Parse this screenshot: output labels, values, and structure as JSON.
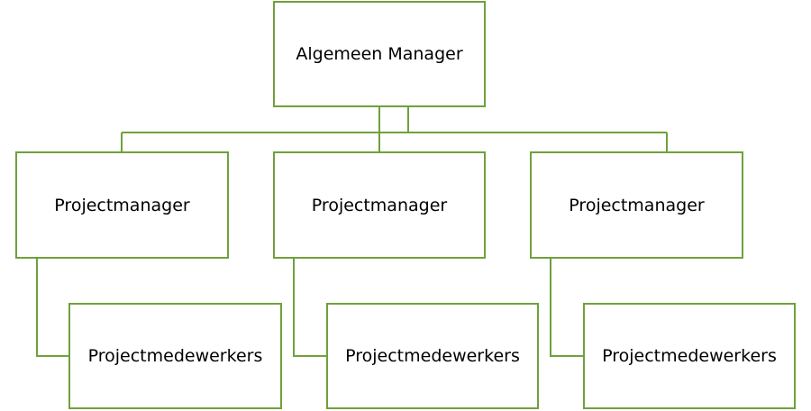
{
  "colors": {
    "border": "#70a03c",
    "connector": "#70a03c",
    "background": "#ffffff",
    "text": "#000000"
  },
  "org_chart": {
    "top": {
      "label": "Algemeen Manager"
    },
    "branches": [
      {
        "manager": {
          "label": "Projectmanager"
        },
        "staff": {
          "label": "Projectmedewerkers"
        }
      },
      {
        "manager": {
          "label": "Projectmanager"
        },
        "staff": {
          "label": "Projectmedewerkers"
        }
      },
      {
        "manager": {
          "label": "Projectmanager"
        },
        "staff": {
          "label": "Projectmedewerkers"
        }
      }
    ]
  }
}
